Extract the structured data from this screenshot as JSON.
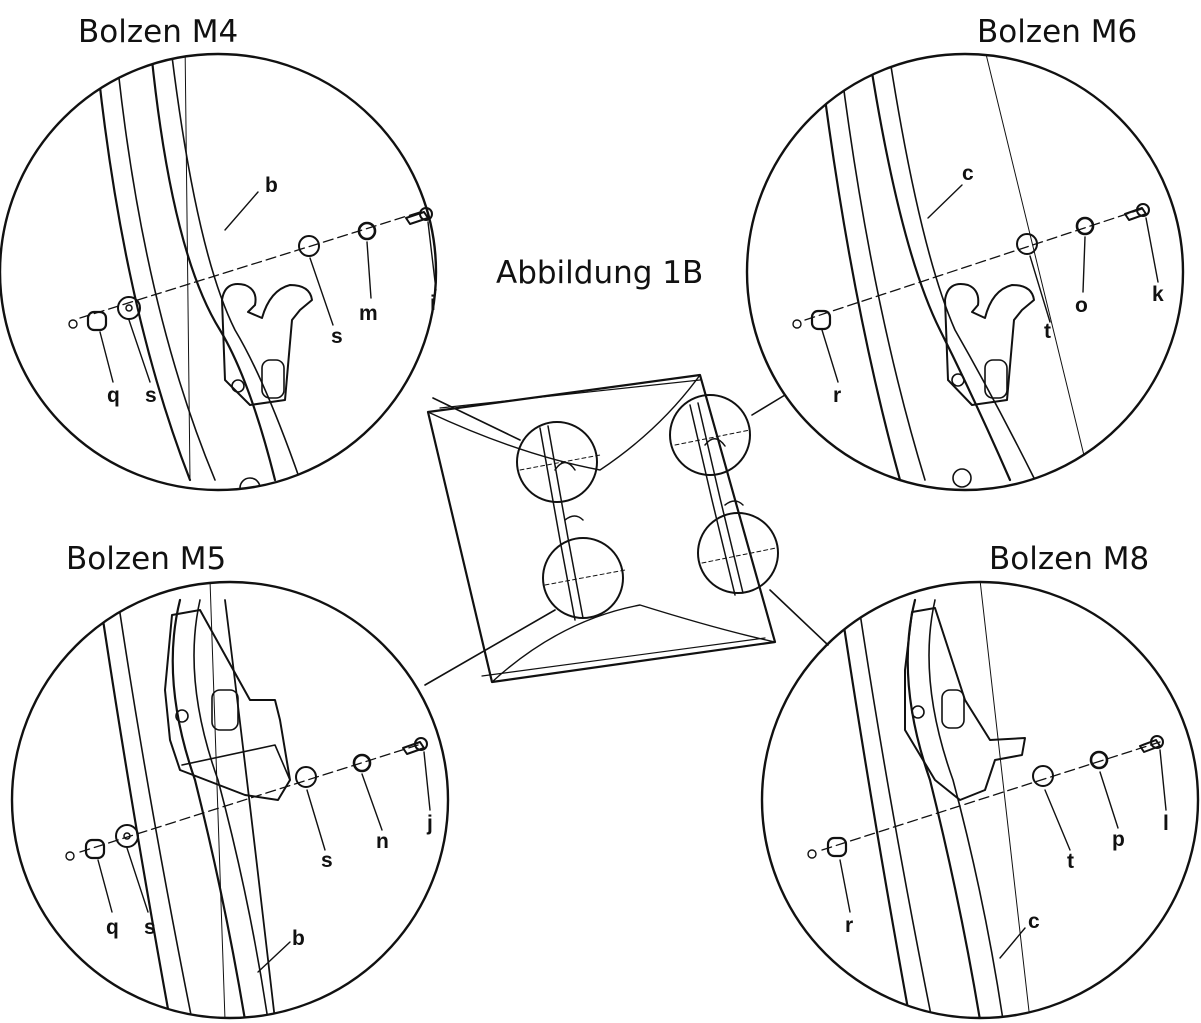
{
  "figure_title": "Abbildung 1B",
  "panels": {
    "m4": {
      "heading": "Bolzen M4",
      "labels": {
        "bracket": "b",
        "washer_front": "s",
        "nut": "m",
        "bolt": "i",
        "spacer": "q",
        "washer_back": "s"
      }
    },
    "m6": {
      "heading": "Bolzen M6",
      "labels": {
        "bracket": "c",
        "washer_front": "t",
        "nut": "o",
        "bolt": "k",
        "spacer": "r"
      }
    },
    "m5": {
      "heading": "Bolzen M5",
      "labels": {
        "bracket": "b",
        "washer_front": "s",
        "nut": "n",
        "bolt": "j",
        "spacer": "q",
        "washer_back": "s"
      }
    },
    "m8": {
      "heading": "Bolzen M8",
      "labels": {
        "bracket": "c",
        "washer_front": "t",
        "nut": "p",
        "bolt": "l",
        "spacer": "r"
      }
    }
  },
  "colors": {
    "ink": "#111111",
    "background": "#ffffff"
  }
}
